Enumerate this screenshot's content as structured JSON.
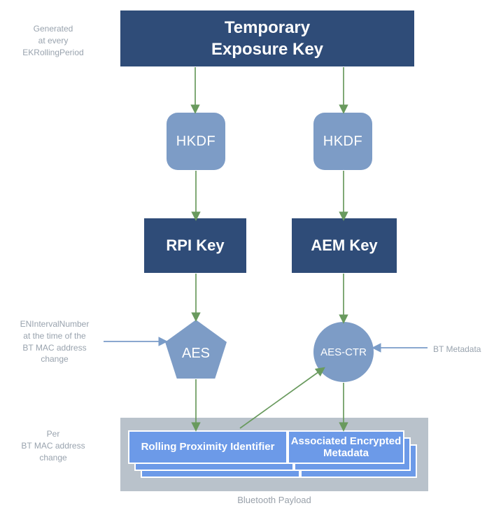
{
  "diagram": {
    "title_caption": "Bluetooth Payload",
    "nodes": {
      "tek": "Temporary\nExposure Key",
      "hkdf_left": "HKDF",
      "hkdf_right": "HKDF",
      "rpi_key": "RPI Key",
      "aem_key": "AEM Key",
      "aes": "AES",
      "aes_ctr": "AES-CTR",
      "rpi_card": "Rolling Proximity Identifier",
      "aem_card": "Associated Encrypted Metadata"
    },
    "annotations": {
      "generated": "Generated\nat every\nEKRollingPeriod",
      "en_interval": "ENIntervalNumber\nat the time of the\nBT MAC address\nchange",
      "per_change": "Per\nBT MAC address\nchange",
      "bt_metadata": "BT Metadata"
    },
    "colors": {
      "dark_navy": "#2f4c78",
      "slate_blue": "#7d9cc6",
      "card_blue": "#6c9ae8",
      "container_gray": "#b9c2cb",
      "arrow_green": "#699a5e",
      "arrow_blue": "#7a9cc8",
      "annotation_gray": "#99a3ae",
      "white": "#ffffff"
    }
  }
}
